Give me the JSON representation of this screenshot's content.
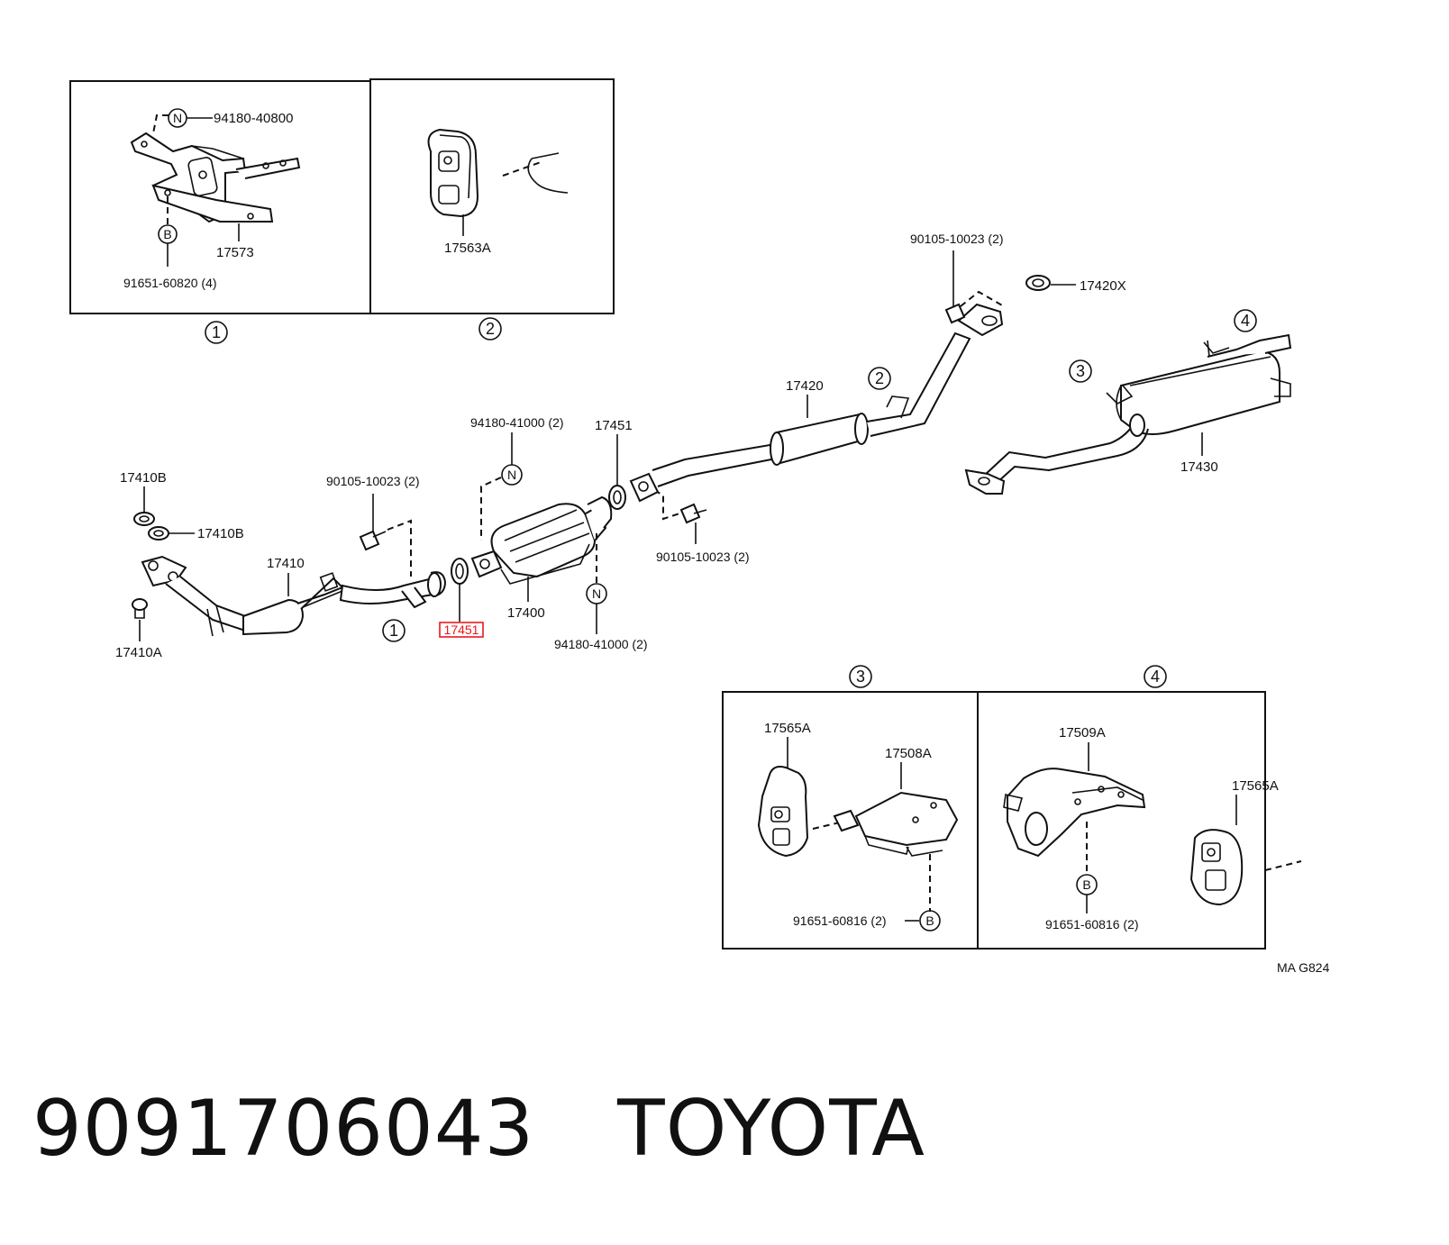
{
  "inset1": {
    "marker": "1",
    "labels": {
      "nut_part": "94180-40800",
      "bolt_part": "91651-60820 (4)",
      "bracket_part": "17573"
    },
    "letters": {
      "nut": "N",
      "bolt": "B"
    }
  },
  "inset2": {
    "marker": "2",
    "labels": {
      "hanger_part": "17563A"
    }
  },
  "inset3": {
    "marker": "3",
    "labels": {
      "hanger_part": "17565A",
      "bracket_part": "17508A",
      "bolt_part": "91651-60816 (2)"
    },
    "letters": {
      "bolt": "B"
    }
  },
  "inset4": {
    "marker": "4",
    "labels": {
      "bracket_part": "17509A",
      "hanger_part": "17565A",
      "bolt_part": "91651-60816 (2)"
    },
    "letters": {
      "bolt": "B"
    }
  },
  "main": {
    "callouts": {
      "c1": "1",
      "c2": "2",
      "c3": "3",
      "c4": "4"
    },
    "labels": {
      "gasket_top": "17410B",
      "gasket_mid": "17410B",
      "front_pipe": "17410",
      "stud": "17410A",
      "bolt_left": "90105-10023 (2)",
      "nut_top": "94180-41000 (2)",
      "gasket_upper": "17451",
      "gasket_lower_highlight": "17451",
      "converter": "17400",
      "nut_bottom": "94180-41000 (2)",
      "bolt_mid": "90105-10023 (2)",
      "center_pipe": "17420",
      "bolt_top": "90105-10023 (2)",
      "gasket_rear": "17420X",
      "muffler": "17430"
    },
    "letters": {
      "n_top": "N",
      "n_bottom": "N"
    },
    "highlight_color": "#e8191f"
  },
  "diagram_code": "MA G824",
  "footer": {
    "part_number": "9091706043",
    "brand": "TOYOTA"
  }
}
